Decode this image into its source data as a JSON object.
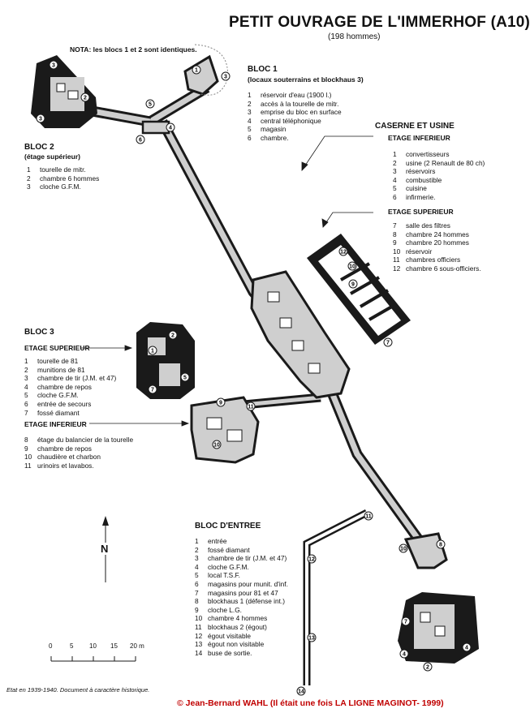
{
  "title": "PETIT OUVRAGE DE L'IMMERHOF (A10)",
  "subtitle": "(198 hommes)",
  "note": "NOTA: les blocs 1 et 2 sont identiques.",
  "bloc1": {
    "title": "BLOC 1",
    "subtitle": "(locaux souterrains et blockhaus 3)",
    "items": [
      {
        "n": "1",
        "t": "réservoir d'eau (1900 l.)"
      },
      {
        "n": "2",
        "t": "accès à la tourelle de mitr."
      },
      {
        "n": "3",
        "t": "emprise du bloc en surface"
      },
      {
        "n": "4",
        "t": "central téléphonique"
      },
      {
        "n": "5",
        "t": "magasin"
      },
      {
        "n": "6",
        "t": "chambre."
      }
    ]
  },
  "bloc2": {
    "title": "BLOC 2",
    "subtitle": "(étage supérieur)",
    "items": [
      {
        "n": "1",
        "t": "tourelle de mitr."
      },
      {
        "n": "2",
        "t": "chambre 6 hommes"
      },
      {
        "n": "3",
        "t": "cloche G.F.M."
      }
    ]
  },
  "caserne": {
    "title": "CASERNE ET USINE",
    "inf_title": "ETAGE INFERIEUR",
    "inf_items": [
      {
        "n": "1",
        "t": "convertisseurs"
      },
      {
        "n": "2",
        "t": "usine (2 Renault de 80 ch)"
      },
      {
        "n": "3",
        "t": "réservoirs"
      },
      {
        "n": "4",
        "t": "combustible"
      },
      {
        "n": "5",
        "t": "cuisine"
      },
      {
        "n": "6",
        "t": "infirmerie."
      }
    ],
    "sup_title": "ETAGE SUPERIEUR",
    "sup_items": [
      {
        "n": "7",
        "t": "salle des filtres"
      },
      {
        "n": "8",
        "t": "chambre 24 hommes"
      },
      {
        "n": "9",
        "t": "chambre 20 hommes"
      },
      {
        "n": "10",
        "t": "réservoir"
      },
      {
        "n": "11",
        "t": "chambres officiers"
      },
      {
        "n": "12",
        "t": "chambre 6 sous-officiers."
      }
    ]
  },
  "bloc3": {
    "title": "BLOC 3",
    "sup_title": "ETAGE SUPERIEUR",
    "sup_items": [
      {
        "n": "1",
        "t": "tourelle de 81"
      },
      {
        "n": "2",
        "t": "munitions de 81"
      },
      {
        "n": "3",
        "t": "chambre de tir (J.M. et 47)"
      },
      {
        "n": "4",
        "t": "chambre de repos"
      },
      {
        "n": "5",
        "t": "cloche G.F.M."
      },
      {
        "n": "6",
        "t": "entrée de secours"
      },
      {
        "n": "7",
        "t": "fossé diamant"
      }
    ],
    "inf_title": "ETAGE INFERIEUR",
    "inf_items": [
      {
        "n": "8",
        "t": "étage du balancier de la tourelle"
      },
      {
        "n": "9",
        "t": "chambre de repos"
      },
      {
        "n": "10",
        "t": "chaudière et charbon"
      },
      {
        "n": "11",
        "t": "urinoirs et lavabos."
      }
    ]
  },
  "entree": {
    "title": "BLOC D'ENTREE",
    "items": [
      {
        "n": "1",
        "t": "entrée"
      },
      {
        "n": "2",
        "t": "fossé diamant"
      },
      {
        "n": "3",
        "t": "chambre de tir (J.M. et 47)"
      },
      {
        "n": "4",
        "t": "cloche G.F.M."
      },
      {
        "n": "5",
        "t": "local T.S.F."
      },
      {
        "n": "6",
        "t": "magasins pour munit. d'inf."
      },
      {
        "n": "7",
        "t": "magasins pour 81 et 47"
      },
      {
        "n": "8",
        "t": "blockhaus 1 (défense int.)"
      },
      {
        "n": "9",
        "t": "cloche L.G."
      },
      {
        "n": "10",
        "t": "chambre 4 hommes"
      },
      {
        "n": "11",
        "t": "blockhaus 2 (égout)"
      },
      {
        "n": "12",
        "t": "égout visitable"
      },
      {
        "n": "13",
        "t": "égout non visitable"
      },
      {
        "n": "14",
        "t": "buse de sortie."
      }
    ]
  },
  "north_label": "N",
  "scale_labels": [
    "0",
    "5",
    "10",
    "15",
    "20 m"
  ],
  "footer_left": "Etat en 1939-1940. Document à caractère historique.",
  "footer_right": "© Jean-Bernard WAHL (Il était une fois LA LIGNE MAGINOT- 1999)",
  "colors": {
    "wall": "#1a1a1a",
    "gallery": "#cfcfcf",
    "copyright": "#c00000"
  }
}
